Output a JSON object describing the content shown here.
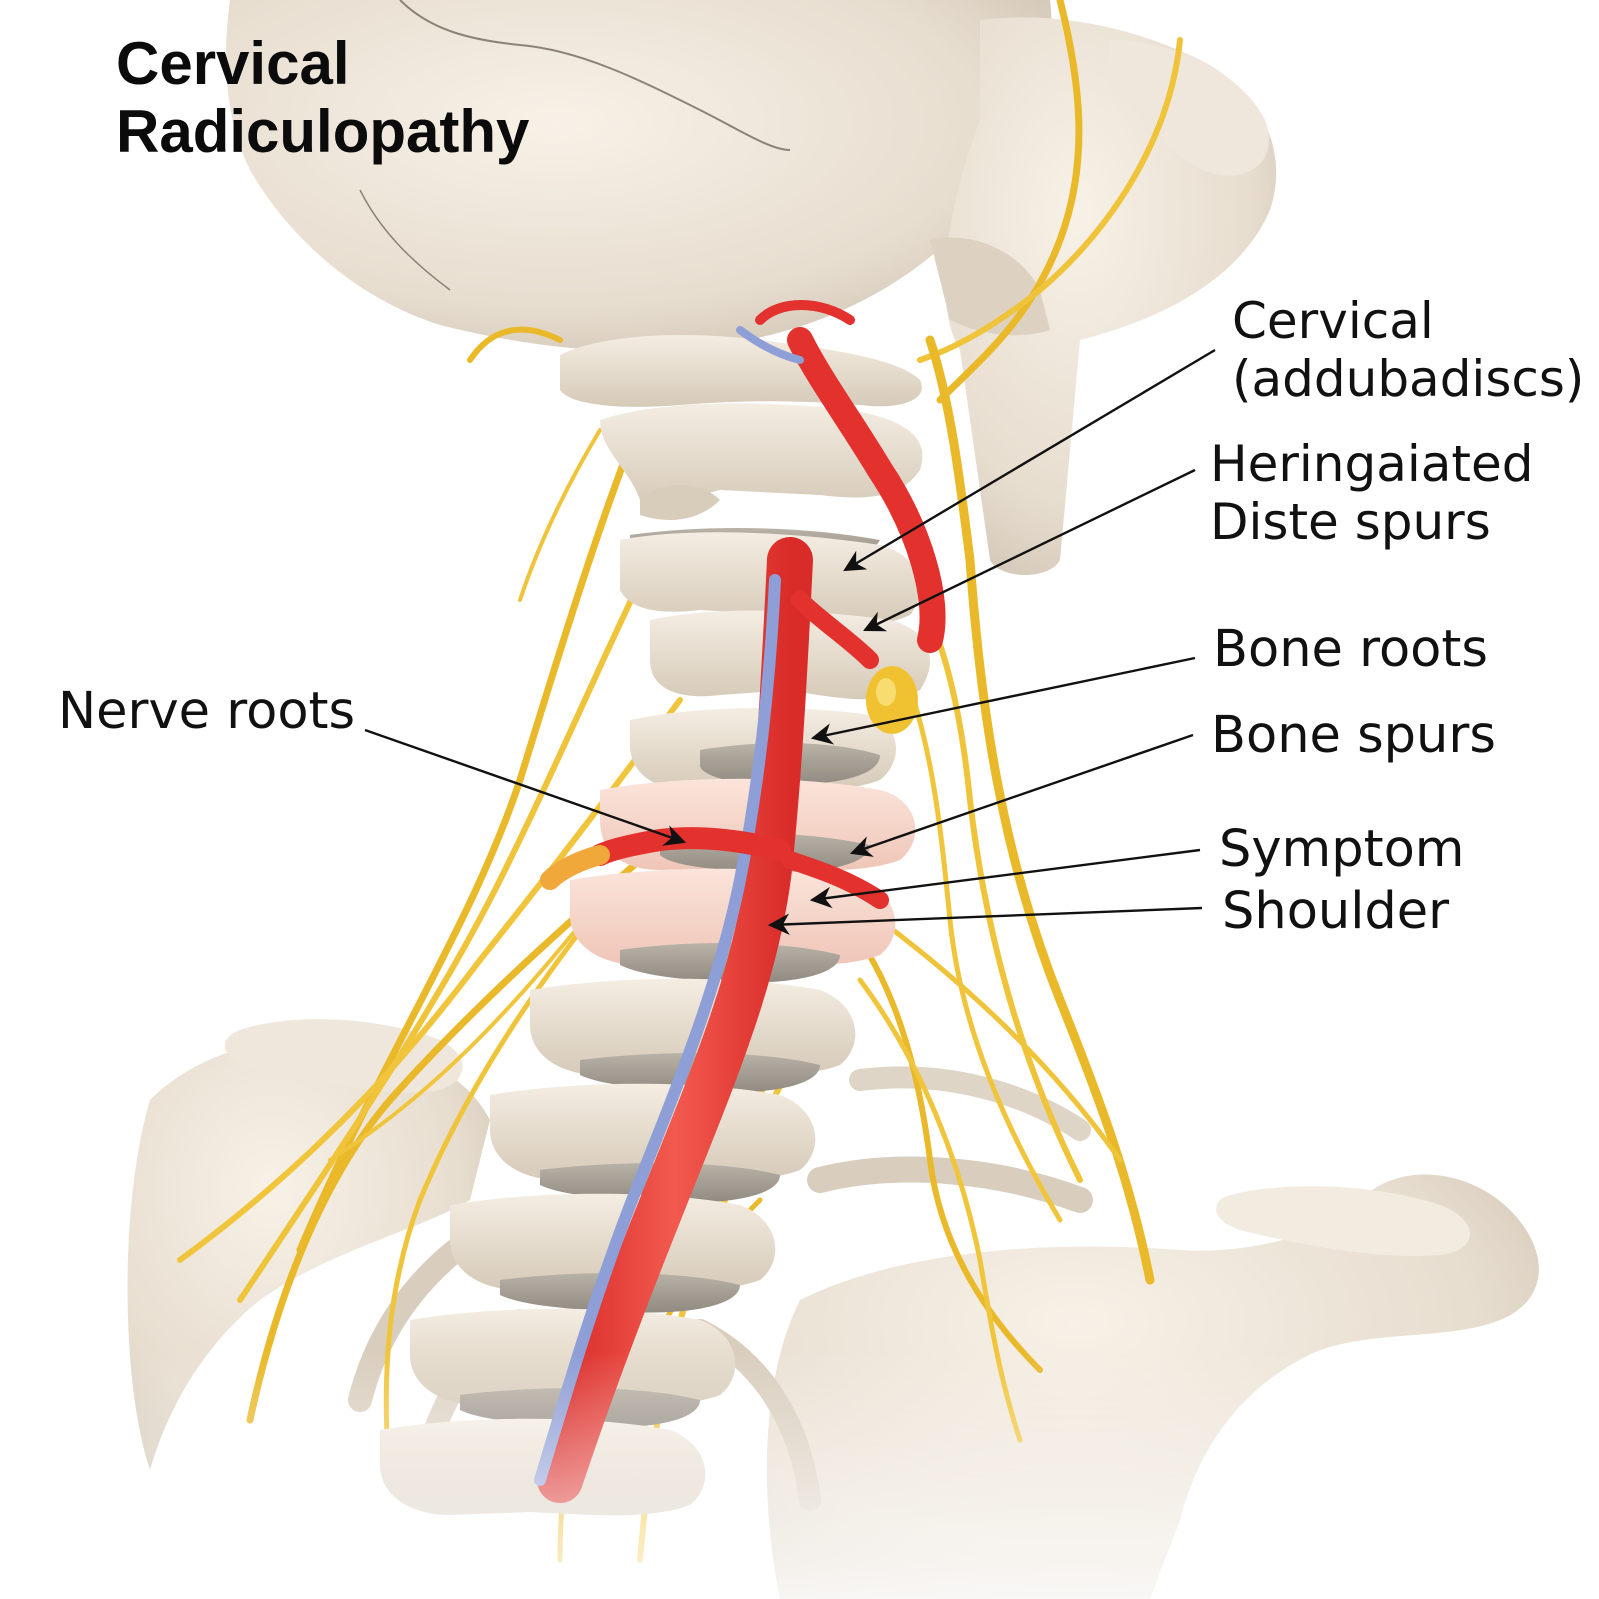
{
  "title": "Cervical\nRadiculopathy",
  "labels": {
    "cervical_discs": "Cervical\n(addubadiscs)",
    "herniated_disc_spurs": "Heringaiated\nDiste spurs",
    "bone_roots": "Bone roots",
    "bone_spurs": "Bone spurs",
    "symptom": "Symptom",
    "shoulder": "Shoulder",
    "nerve_roots": "Nerve roots"
  },
  "colors": {
    "bone": "#ece3d6",
    "bone_shadow": "#cfc3b2",
    "disc": "#a8a196",
    "nerve": "#f0c232",
    "nerve_dark": "#d8a41c",
    "spinal_cord": "#e83a36",
    "vein": "#8e9ed6",
    "inflamed": "#f6d2c6",
    "text": "#111111"
  }
}
